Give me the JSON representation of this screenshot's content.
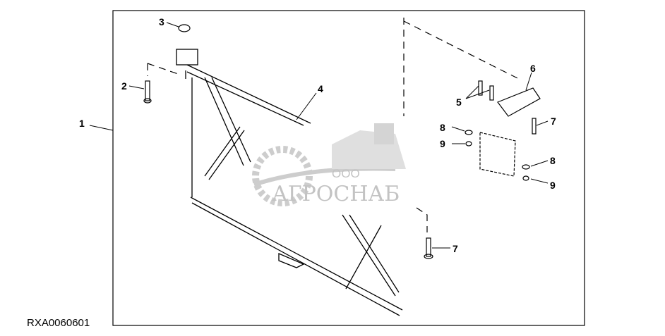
{
  "diagram": {
    "figure_code": "RXA0060601",
    "callouts": [
      "1",
      "2",
      "3",
      "4",
      "5",
      "6",
      "7",
      "7",
      "8",
      "8",
      "9",
      "9"
    ]
  },
  "watermark": {
    "prefix": "ООО",
    "name": "АГРОСНАБ"
  }
}
